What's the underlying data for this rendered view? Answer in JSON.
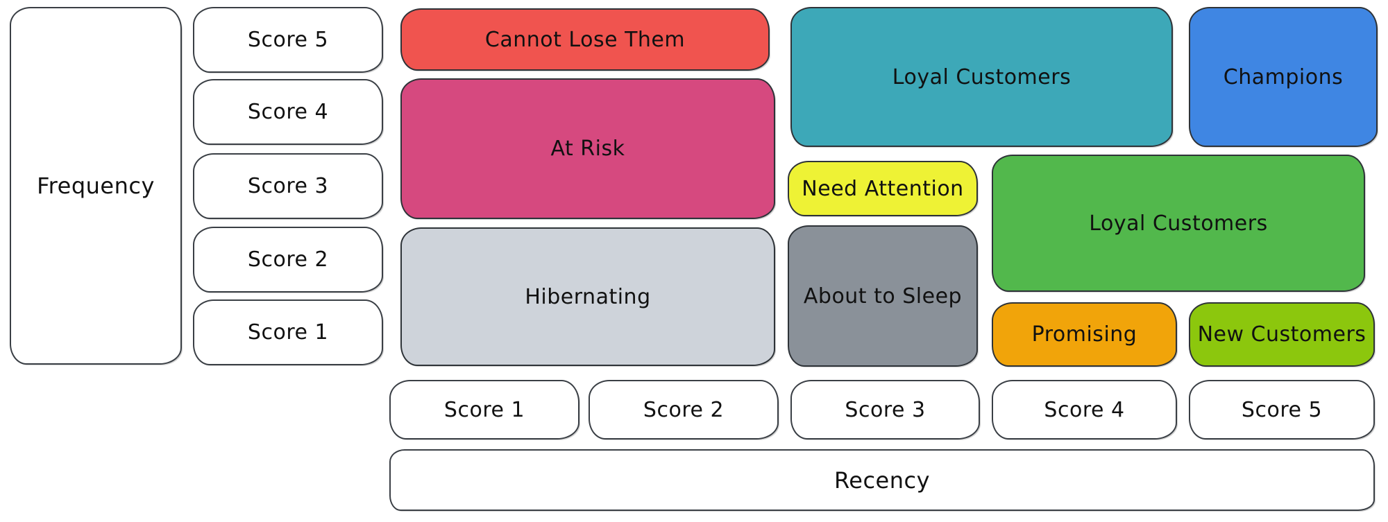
{
  "diagram": {
    "title_implied": "RFM customer segmentation matrix",
    "palette": {
      "stroke": "#2e3338",
      "text": "#111111",
      "axis_fill": "#ffffff"
    }
  },
  "axes": {
    "frequency_label": "Frequency",
    "recency_label": "Recency",
    "frequency_scores": [
      "Score 5",
      "Score 4",
      "Score 3",
      "Score 2",
      "Score 1"
    ],
    "recency_scores": [
      "Score 1",
      "Score 2",
      "Score 3",
      "Score 4",
      "Score 5"
    ]
  },
  "segments": {
    "cannot_lose_them": {
      "label": "Cannot Lose Them",
      "color": "#f0544f"
    },
    "at_risk": {
      "label": "At Risk",
      "color": "#d6497f"
    },
    "hibernating": {
      "label": "Hibernating",
      "color": "#ced3da"
    },
    "loyal_customers_top": {
      "label": "Loyal Customers",
      "color": "#3da8b8"
    },
    "champions": {
      "label": "Champions",
      "color": "#3f86e3"
    },
    "need_attention": {
      "label": "Need Attention",
      "color": "#eef235"
    },
    "about_to_sleep": {
      "label": "About to Sleep",
      "color": "#8a9199"
    },
    "loyal_customers_right": {
      "label": "Loyal Customers",
      "color": "#52b84c"
    },
    "promising": {
      "label": "Promising",
      "color": "#f1a40a"
    },
    "new_customers": {
      "label": "New Customers",
      "color": "#8cc70d"
    }
  }
}
